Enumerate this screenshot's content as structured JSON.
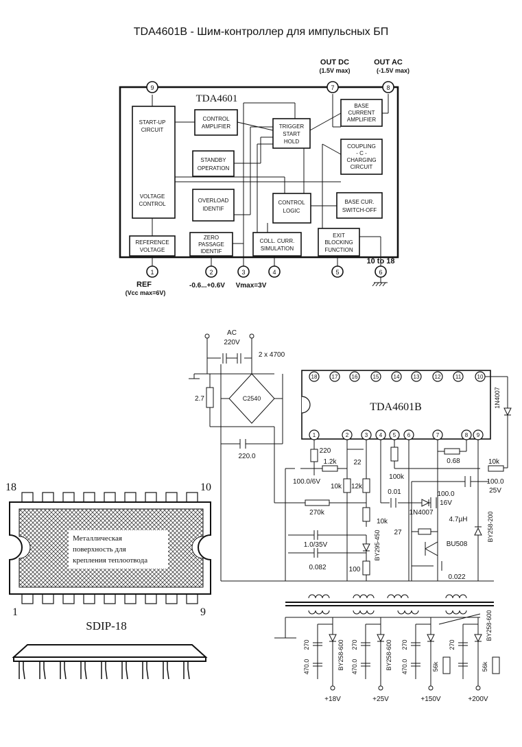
{
  "title": "TDA4601B - Шим-контроллер для импульсных БП",
  "block": {
    "chip": "TDA4601",
    "out_dc": "OUT DC",
    "out_dc_sub": "(1.5V max)",
    "out_ac": "OUT AC",
    "out_ac_sub": "(-1.5V max)",
    "startup": [
      "START-UP",
      "CIRCUIT"
    ],
    "voltage_control": [
      "VOLTAGE",
      "CONTROL"
    ],
    "control_amp": [
      "CONTROL",
      "AMPLIFIER"
    ],
    "trigger": [
      "TRIGGER",
      "START",
      "HOLD"
    ],
    "base_current_amp": [
      "BASE",
      "CURRENT",
      "AMPLIFIER"
    ],
    "standby": [
      "STANDBY",
      "OPERATION"
    ],
    "coupling": [
      "COUPLING",
      "- C -",
      "CHARGING",
      "CIRCUIT"
    ],
    "overload": [
      "OVERLOAD",
      "IDENTIF"
    ],
    "control_logic": [
      "CONTROL",
      "LOGIC"
    ],
    "base_switch_off": [
      "BASE CUR.",
      "SWITCH-OFF"
    ],
    "reference": [
      "REFERENCE",
      "VOLTAGE"
    ],
    "zero_passage": [
      "ZERO",
      "PASSAGE",
      "IDENTIF"
    ],
    "coll_curr": [
      "COLL. CURR.",
      "SIMULATION"
    ],
    "exit_blocking": [
      "EXIT",
      "BLOCKING",
      "FUNCTION"
    ],
    "range_10_18": "10 to 18",
    "ref": "REF",
    "ref_sub": "(Vcc max=6V)",
    "pin2_range": "-0.6...+0.6V",
    "vmax": "Vmax=3V",
    "pins": [
      "1",
      "2",
      "3",
      "4",
      "5",
      "6",
      "7",
      "8",
      "9"
    ]
  },
  "schematic": {
    "ac": "AC",
    "ac_v": "220V",
    "cap_2x4700": "2 x 4700",
    "r_2_7": "2.7",
    "bridge": "C2540",
    "chip": "TDA4601B",
    "d_1n4007_top": "1N4007",
    "c_220": "220.0",
    "r220": "220",
    "r1_2k": "1.2k",
    "c22": "22",
    "c100_6v": "100.0/6V",
    "r10k_a": "10k",
    "r12k": "12k",
    "c0_68": "0.68",
    "r10k_b": "10k",
    "r100k": "100k",
    "c100_0_16": "100.0",
    "c16v": "16V",
    "c100_0_25": "100.0",
    "c25v": "25V",
    "c0_01": "0.01",
    "r270k": "270k",
    "d_1n4007_mid": "1N4007",
    "pot10k": "10k",
    "l4_7": "4.7µH",
    "r27": "27",
    "c1_35": "1.0/35V",
    "by295": "BY295-450",
    "bu508": "BU508",
    "by258_200": "BY258-200",
    "c0_082": "0.082",
    "r100": "100",
    "c0_022": "0.022",
    "outputs": [
      {
        "v": "+18V",
        "c": "270",
        "cap": "470.0",
        "diode": "BY258-600"
      },
      {
        "v": "+25V",
        "c": "270",
        "cap": "470.0",
        "diode": "BY258-600"
      },
      {
        "v": "+150V",
        "c": "270",
        "cap": "470.0",
        "r": "56k"
      },
      {
        "v": "+200V",
        "c": "270",
        "r": "56k",
        "diode": "BY258-600"
      }
    ],
    "top_pins": [
      "18",
      "17",
      "16",
      "15",
      "14",
      "13",
      "12",
      "11",
      "10"
    ],
    "bottom_pins": [
      "1",
      "2",
      "3",
      "4",
      "5",
      "6",
      "7",
      "8",
      "9"
    ]
  },
  "package": {
    "label_18": "18",
    "label_10": "10",
    "label_1": "1",
    "label_9": "9",
    "note": [
      "Металлическая",
      "поверхность для",
      "крепления теплоотвода"
    ],
    "name": "SDIP-18"
  }
}
